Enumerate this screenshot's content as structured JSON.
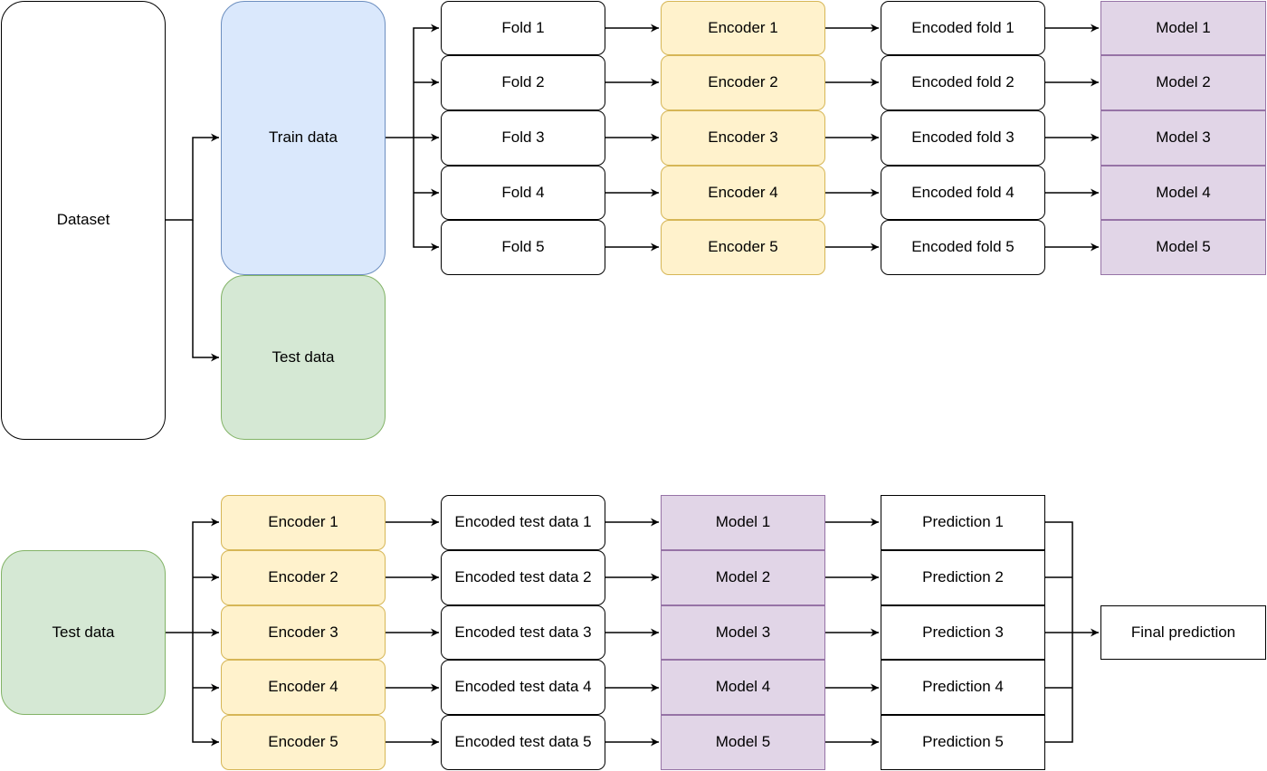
{
  "top": {
    "dataset": "Dataset",
    "train_data": "Train data",
    "test_data": "Test data",
    "folds": [
      "Fold 1",
      "Fold 2",
      "Fold 3",
      "Fold 4",
      "Fold 5"
    ],
    "encoders": [
      "Encoder 1",
      "Encoder 2",
      "Encoder 3",
      "Encoder 4",
      "Encoder 5"
    ],
    "encoded_folds": [
      "Encoded fold 1",
      "Encoded fold 2",
      "Encoded fold 3",
      "Encoded fold 4",
      "Encoded fold 5"
    ],
    "models": [
      "Model 1",
      "Model 2",
      "Model 3",
      "Model 4",
      "Model 5"
    ]
  },
  "bottom": {
    "test_data": "Test data",
    "encoders": [
      "Encoder 1",
      "Encoder 2",
      "Encoder 3",
      "Encoder 4",
      "Encoder 5"
    ],
    "encoded_test": [
      "Encoded test data 1",
      "Encoded test data 2",
      "Encoded test data 3",
      "Encoded test data 4",
      "Encoded test data 5"
    ],
    "models": [
      "Model 1",
      "Model 2",
      "Model 3",
      "Model 4",
      "Model 5"
    ],
    "predictions": [
      "Prediction 1",
      "Prediction 2",
      "Prediction 3",
      "Prediction 4",
      "Prediction 5"
    ],
    "final": "Final prediction"
  },
  "colors": {
    "train_fill": "#dae8fc",
    "train_stroke": "#6c8ebf",
    "test_fill": "#d5e8d4",
    "test_stroke": "#82b366",
    "encoder_fill": "#fff2cc",
    "encoder_stroke": "#d6b656",
    "model_fill": "#e1d5e7",
    "model_stroke": "#9673a6"
  }
}
